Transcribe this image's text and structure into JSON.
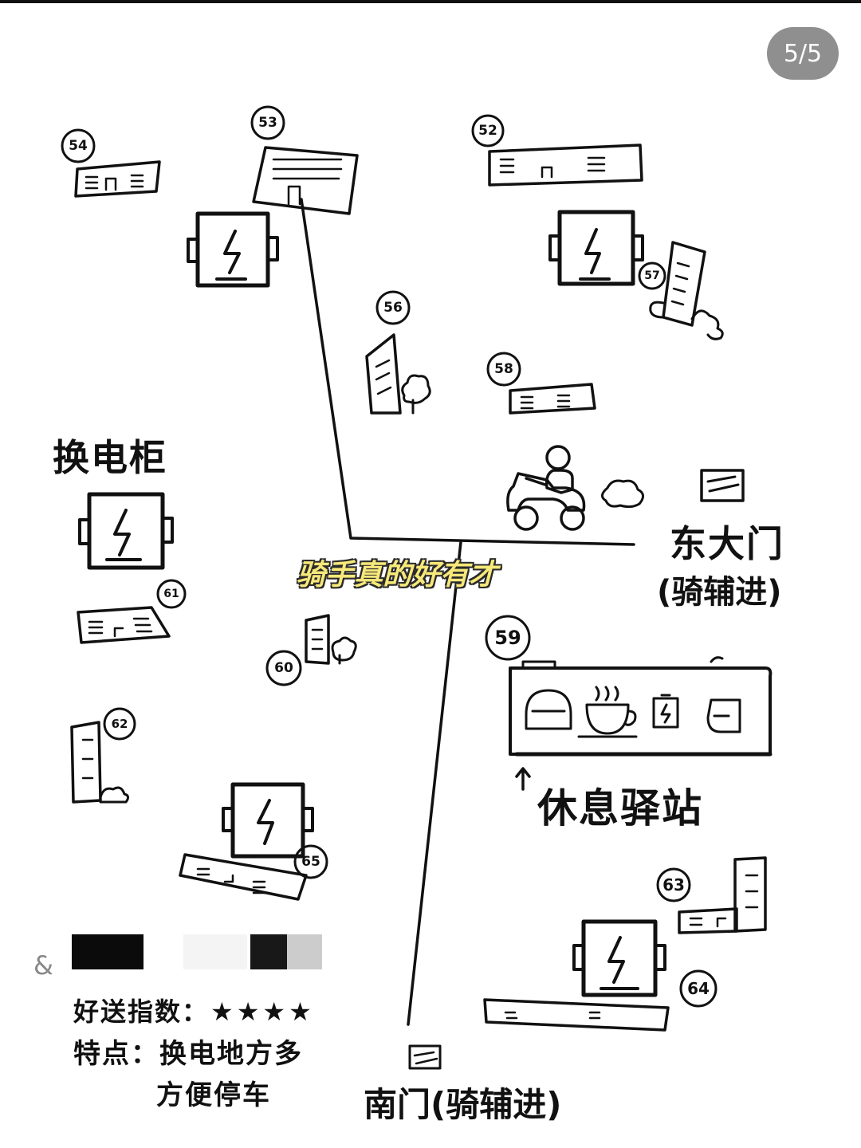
{
  "pagination": {
    "label": "5/5"
  },
  "caption": "骑手真的好有才",
  "map": {
    "legend_title": "换电柜",
    "east_gate": {
      "name": "东大门",
      "note": "(骑辅进)"
    },
    "south_gate": {
      "name": "南门(骑辅进)"
    },
    "rest_station": {
      "name": "休息驿站"
    },
    "buildings": [
      "54",
      "53",
      "52",
      "57",
      "56",
      "58",
      "61",
      "60",
      "59",
      "62",
      "65",
      "63",
      "64"
    ]
  },
  "info": {
    "marker": "&",
    "index_label": "好送指数：",
    "stars": [
      "★",
      "★",
      "★",
      "★"
    ],
    "feature_label": "特点：",
    "feature_line1": "换电地方多",
    "feature_line2": "方便停车"
  },
  "colors": {
    "ink": "#111111",
    "caption": "#f6e87a",
    "badge": "#8f8f8f"
  }
}
